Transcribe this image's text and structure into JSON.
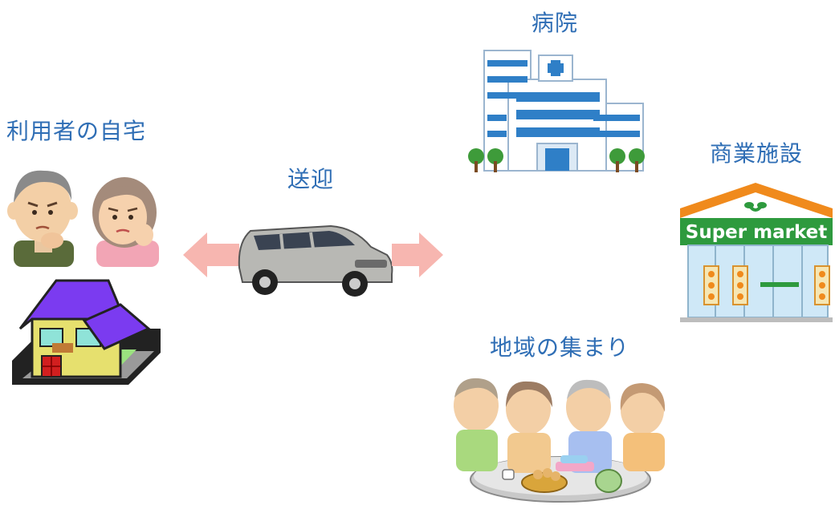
{
  "labels": {
    "home": "利用者の自宅",
    "transport": "送迎",
    "hospital": "病院",
    "commercial": "商業施設",
    "community": "地域の集まり"
  },
  "supermarket_sign": "Super market",
  "colors": {
    "label_text": "#2f6eb5",
    "arrow": "#f7b6b0",
    "store_band": "#2e9a3e",
    "store_roof": "#f08a1c",
    "hospital_blue": "#2f7fc7"
  }
}
